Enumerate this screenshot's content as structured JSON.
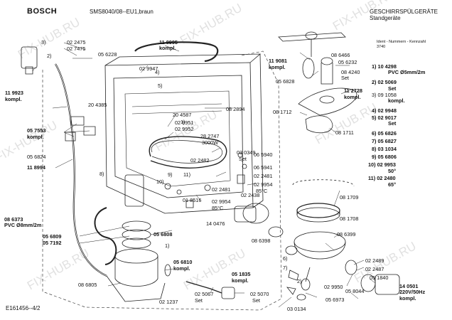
{
  "header": {
    "brand": "BOSCH",
    "model": "SMS8040/08--EU1,braun",
    "category": "GESCHIRRSPÜLGERÄTE",
    "subcategory": "Standgeräte",
    "ident_label": "Ident - Nummern - Kennzahl",
    "ident_value": "3740"
  },
  "footer": {
    "drawing_code": "E161456--4/2"
  },
  "watermark": "FIX-HUB.RU",
  "legend": [
    {
      "n": "1)",
      "code": "10 4298",
      "desc": "PVC Ø5mm/2m"
    },
    {
      "n": "2)",
      "code": "02 5069",
      "desc": "Set"
    },
    {
      "n": "3)",
      "code": "09 1058",
      "desc": "kompl."
    },
    {
      "n": "4)",
      "code": "02 9948",
      "desc": ""
    },
    {
      "n": "5)",
      "code": "02 9017",
      "desc": "Set"
    },
    {
      "n": "6)",
      "code": "05 6826",
      "desc": ""
    },
    {
      "n": "7)",
      "code": "05 6827",
      "desc": ""
    },
    {
      "n": "8)",
      "code": "03 1034",
      "desc": ""
    },
    {
      "n": "9)",
      "code": "05 6806",
      "desc": ""
    },
    {
      "n": "10)",
      "code": "02 9953",
      "desc": "50°"
    },
    {
      "n": "11)",
      "code": "02 2480",
      "desc": "65°"
    }
  ],
  "labels": {
    "p022475": "02 2475",
    "p027475": "02 7475",
    "p056228": "05 6228",
    "p118995": "11 8995",
    "kompl_118995": "kompl.",
    "p029947": "02 9947",
    "p119923": "11 9923",
    "kompl_119923": "kompl.",
    "p204385": "20 4385",
    "p204587": "20 4587",
    "p082894": "08 2894",
    "p029951": "02 9951",
    "p029952": "02 9952",
    "p057553": "05 7553",
    "kompl_057553": "kompl.",
    "p282747": "28 2747",
    "w3000": "3000W",
    "p056824": "05 6824",
    "p022482": "02 2482",
    "p030349": "03 0349",
    "set_030349": "Set",
    "p065940": "06 5940",
    "p065941": "06 5941",
    "p022481a": "02 2481",
    "p022481b": "02 2481",
    "p029954a": "02 9954",
    "c85a": "85°C",
    "p029954b": "02 9954",
    "c85b": "85°C",
    "p118994": "11 8994",
    "p018516": "01 8516",
    "p022438": "02 2438",
    "p140476": "14 0476",
    "p086373": "08 6373",
    "pvc8": "PVC Ø8mm/2m",
    "p056809": "05 6809",
    "p057192": "05 7192",
    "p056808": "05 6808",
    "p056810": "05 6810",
    "kompl_056810": "kompl.",
    "p086805": "08 6805",
    "p021237": "02 1237",
    "p025067": "02 5067",
    "set_025067": "Set",
    "p051835": "05 1835",
    "kompl_051835": "kompl.",
    "p025070": "02 5070",
    "set_025070": "Set",
    "p030134": "03 0134",
    "p086466": "08 6466",
    "p056232": "05 6232",
    "p119081": "11 9081",
    "kompl_119081": "kompl.",
    "p084240": "08 4240",
    "set_084240": "Set",
    "p056828": "05 6828",
    "p112728": "11 2728",
    "kompl_112728": "kompl.",
    "p081712": "08 1712",
    "p081711": "08 1711",
    "p081709": "08 1709",
    "p081708": "08 1708",
    "p086398": "08 6398",
    "p086399": "08 6399",
    "p022489": "02 2489",
    "p022487": "02 2487",
    "p140501": "14 0501",
    "v220": "220V/50Hz",
    "kompl_140501": "kompl.",
    "p051840": "05 1840",
    "p029950": "02 9950",
    "p058044": "05 8044",
    "p056973": "05 6973",
    "c1a": "1)",
    "c1b": "1)",
    "c2a": "2)",
    "c2b": "2)",
    "c3": "3)",
    "c4": "4)",
    "c5": "5)",
    "c6": "6)",
    "c7": "7)",
    "c8": "8)",
    "c9": "9)",
    "c10": "10)",
    "c11": "11)"
  }
}
